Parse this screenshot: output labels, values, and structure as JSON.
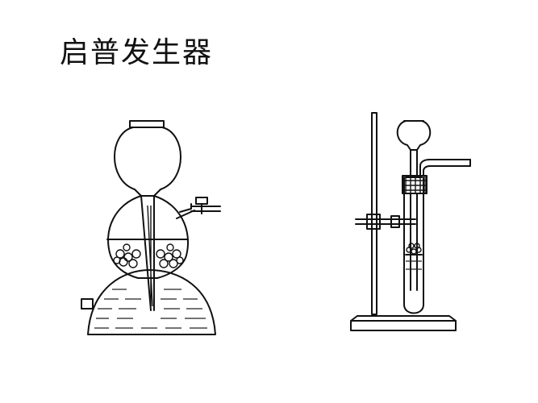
{
  "title": "启普发生器",
  "figures": [
    {
      "id": "kipp-generator",
      "icon": "kipp-apparatus-illustration"
    },
    {
      "id": "simple-tube-generator",
      "icon": "test-tube-on-stand-illustration"
    }
  ]
}
